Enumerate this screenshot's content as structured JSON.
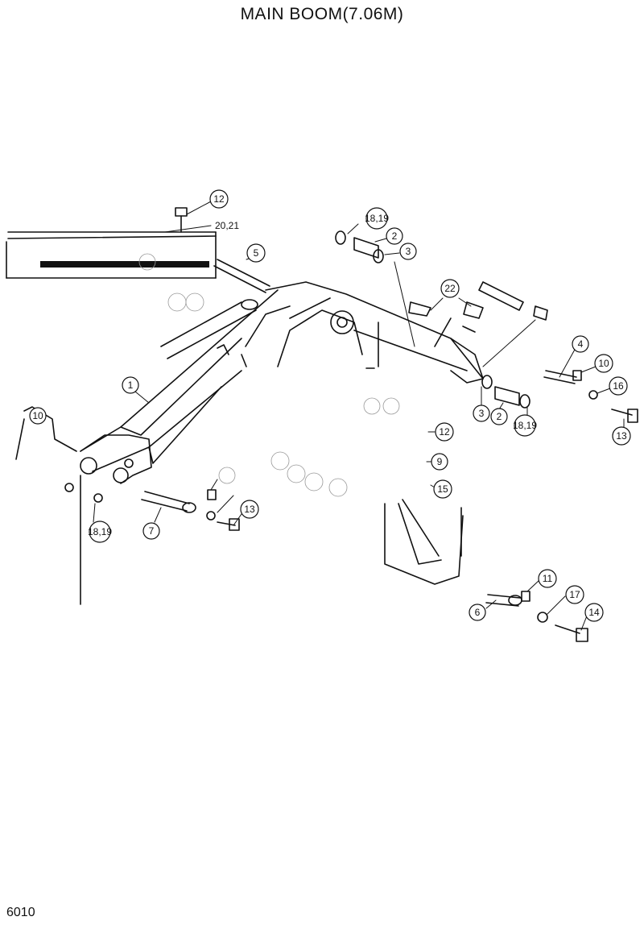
{
  "title": "MAIN BOOM(7.06M)",
  "page_number": "6010",
  "callouts": [
    {
      "id": "c12a",
      "label": "12"
    },
    {
      "id": "c2021",
      "label": "20,21"
    },
    {
      "id": "c5",
      "label": "5"
    },
    {
      "id": "c1819a",
      "label": "18,19"
    },
    {
      "id": "c2a",
      "label": "2"
    },
    {
      "id": "c3a",
      "label": "3"
    },
    {
      "id": "c22",
      "label": "22"
    },
    {
      "id": "c4",
      "label": "4"
    },
    {
      "id": "c10",
      "label": "10"
    },
    {
      "id": "c16",
      "label": "16"
    },
    {
      "id": "c13a",
      "label": "13"
    },
    {
      "id": "c3b",
      "label": "3"
    },
    {
      "id": "c2b",
      "label": "2"
    },
    {
      "id": "c1819b",
      "label": "18,19"
    },
    {
      "id": "c1",
      "label": "1"
    },
    {
      "id": "c10b",
      "label": "10"
    },
    {
      "id": "c13b",
      "label": "13"
    },
    {
      "id": "c7",
      "label": "7"
    },
    {
      "id": "c1819c",
      "label": "18,19"
    },
    {
      "id": "c12b",
      "label": "12"
    },
    {
      "id": "c9",
      "label": "9"
    },
    {
      "id": "c15",
      "label": "15"
    },
    {
      "id": "c11",
      "label": "11"
    },
    {
      "id": "c17",
      "label": "17"
    },
    {
      "id": "c6",
      "label": "6"
    },
    {
      "id": "c14",
      "label": "14"
    }
  ],
  "colors": {
    "ink": "#111111",
    "paper": "#ffffff"
  }
}
